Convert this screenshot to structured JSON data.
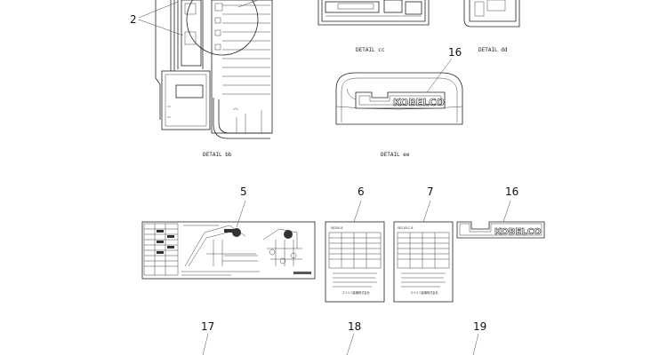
{
  "callouts": {
    "c2": "2",
    "c16_top": "16",
    "c5": "5",
    "c6": "6",
    "c7": "7",
    "c16_bottom": "16",
    "c17": "17",
    "c18": "18",
    "c19": "19"
  },
  "details": {
    "bb": "DETAIL bb",
    "cc": "DETAIL cc",
    "dd": "DETAIL dd",
    "ee": "DETAIL ee"
  },
  "brand": {
    "name": "KOBELCO"
  },
  "decals": {
    "d6_title": "SK200-8",
    "d7_title": "SK210LC-8",
    "maker": "コベルコ建機株式会社"
  }
}
